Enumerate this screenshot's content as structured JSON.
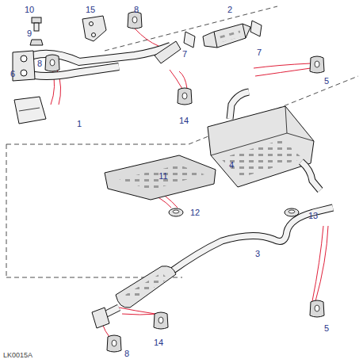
{
  "diagram": {
    "labels": [
      "10",
      "15",
      "8",
      "2",
      "9",
      "8",
      "7",
      "7",
      "6",
      "5",
      "1",
      "14",
      "4",
      "11",
      "12",
      "13",
      "3",
      "5",
      "14",
      "8",
      "LK0015A"
    ]
  }
}
